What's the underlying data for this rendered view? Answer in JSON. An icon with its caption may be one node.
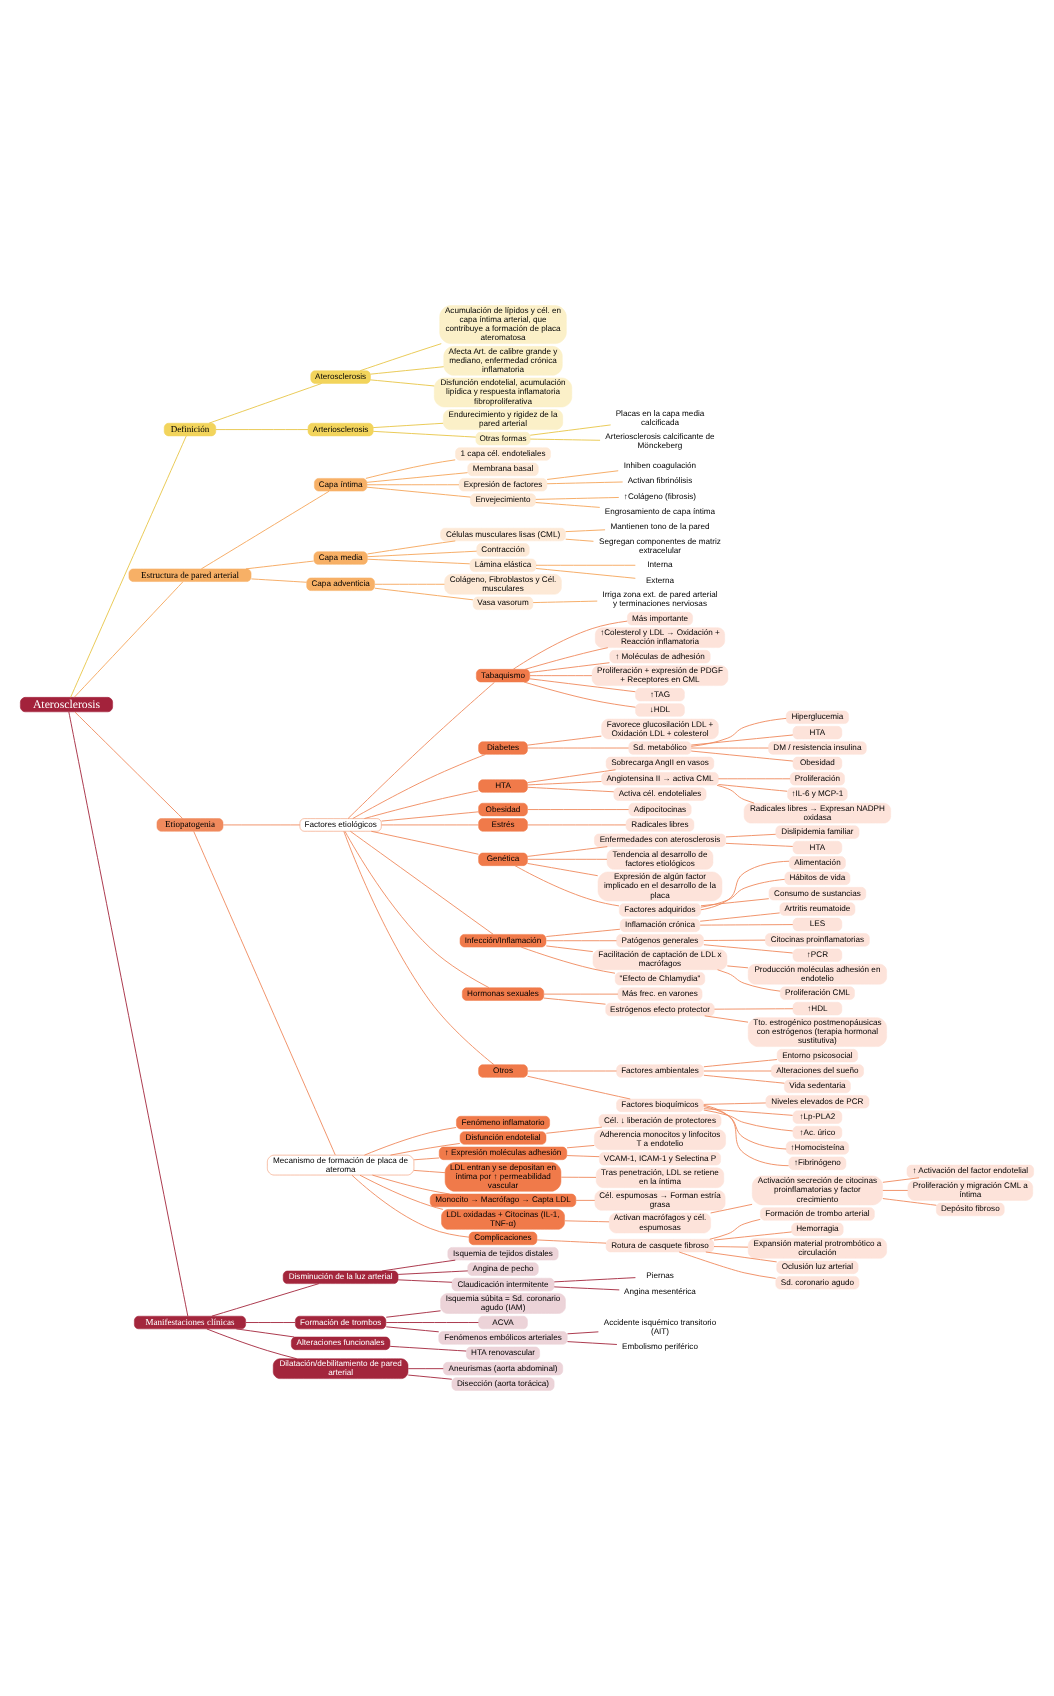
{
  "diagram": {
    "nodes": [
      {
        "text": [
          "Aterosclerosis"
        ]
      },
      {
        "text": [
          "Definición"
        ]
      },
      {
        "text": [
          "Aterosclerosis"
        ]
      },
      {
        "text": [
          "Acumulación de lípidos y cél. en capa íntima arterial, que contribuye a formación de placa ateromatosa"
        ]
      },
      {
        "text": [
          "Afecta Art. de calibre grande y mediano, enfermedad crónica inflamatoria"
        ]
      },
      {
        "text": [
          "Disfunción endotelial, acumulación lipídica y respuesta inflamatoria fibroproliferativa"
        ]
      },
      {
        "text": [
          "Arteriosclerosis"
        ]
      },
      {
        "text": [
          "Endurecimiento y rigidez de la pared arterial"
        ]
      },
      {
        "text": [
          "Otras formas"
        ]
      },
      {
        "text": [
          "Placas en la capa media calcificada"
        ]
      },
      {
        "text": [
          "Arteriosclerosis calcificante de Mönckeberg"
        ]
      },
      {
        "text": [
          "Estructura de pared arterial"
        ]
      },
      {
        "text": [
          "Capa íntima"
        ]
      },
      {
        "text": [
          "1 capa cél. endoteliales"
        ]
      },
      {
        "text": [
          "Membrana basal"
        ]
      },
      {
        "text": [
          "Expresión de factores"
        ]
      },
      {
        "text": [
          "Inhiben coagulación"
        ]
      },
      {
        "text": [
          "Activan fibrinólisis"
        ]
      },
      {
        "text": [
          "Envejecimiento"
        ]
      },
      {
        "text": [
          "↑Colágeno (fibrosis)"
        ]
      },
      {
        "text": [
          "Engrosamiento de capa íntima"
        ]
      },
      {
        "text": [
          "Capa media"
        ]
      },
      {
        "text": [
          "Células musculares lisas (CML)"
        ]
      },
      {
        "text": [
          "Mantienen tono de la pared"
        ]
      },
      {
        "text": [
          "Segregan componentes de matriz extracelular"
        ]
      },
      {
        "text": [
          "Contracción"
        ]
      },
      {
        "text": [
          "Lámina elástica"
        ]
      },
      {
        "text": [
          "Interna"
        ]
      },
      {
        "text": [
          "Externa"
        ]
      },
      {
        "text": [
          "Capa adventicia"
        ]
      },
      {
        "text": [
          "Colágeno, Fibroblastos y Cél. musculares"
        ]
      },
      {
        "text": [
          "Vasa vasorum"
        ]
      },
      {
        "text": [
          "Irriga zona ext. de pared arterial y terminaciones nerviosas"
        ]
      },
      {
        "text": [
          "Etiopatogenia"
        ]
      },
      {
        "text": [
          "Factores etiológicos"
        ]
      },
      {
        "text": [
          "Tabaquismo"
        ]
      },
      {
        "text": [
          "Más importante"
        ]
      },
      {
        "text": [
          "↑Colesterol y LDL → Oxidación + Reacción inflamatoria"
        ]
      },
      {
        "text": [
          "↑ Moléculas de adhesión"
        ]
      },
      {
        "text": [
          "Proliferación + expresión de PDGF + Receptores en CML"
        ]
      },
      {
        "text": [
          "↑TAG"
        ]
      },
      {
        "text": [
          "↓HDL"
        ]
      },
      {
        "text": [
          "Diabetes"
        ]
      },
      {
        "text": [
          "Favorece glucosilación LDL + Oxidación LDL + colesterol"
        ]
      },
      {
        "text": [
          "Sd. metabólico"
        ]
      },
      {
        "text": [
          "Hiperglucemia"
        ]
      },
      {
        "text": [
          "HTA"
        ]
      },
      {
        "text": [
          "DM / resistencia insulina"
        ]
      },
      {
        "text": [
          "Obesidad"
        ]
      },
      {
        "text": [
          "HTA"
        ]
      },
      {
        "text": [
          "Sobrecarga AngII en vasos"
        ]
      },
      {
        "text": [
          "Angiotensina II → activa CML"
        ]
      },
      {
        "text": [
          "Proliferación"
        ]
      },
      {
        "text": [
          "↑IL-6 y MCP-1"
        ]
      },
      {
        "text": [
          "Radicales libres → Expresan NADPH oxidasa"
        ]
      },
      {
        "text": [
          "Activa cél. endoteliales"
        ]
      },
      {
        "text": [
          "Obesidad"
        ]
      },
      {
        "text": [
          "Adipocitocinas"
        ]
      },
      {
        "text": [
          "Estrés"
        ]
      },
      {
        "text": [
          "Radicales libres"
        ]
      },
      {
        "text": [
          "Genética"
        ]
      },
      {
        "text": [
          "Enfermedades con aterosclerosis"
        ]
      },
      {
        "text": [
          "Dislipidemia familiar"
        ]
      },
      {
        "text": [
          "HTA"
        ]
      },
      {
        "text": [
          "Tendencia al desarrollo de factores etiológicos"
        ]
      },
      {
        "text": [
          "Expresión de algún factor implicado en el desarrollo de la placa"
        ]
      },
      {
        "text": [
          "Factores adquiridos"
        ]
      },
      {
        "text": [
          "Alimentación"
        ]
      },
      {
        "text": [
          "Hábitos de vida"
        ]
      },
      {
        "text": [
          "Consumo de sustancias"
        ]
      },
      {
        "text": [
          "Infección/Inflamación"
        ]
      },
      {
        "text": [
          "Inflamación crónica"
        ]
      },
      {
        "text": [
          "Artritis reumatoide"
        ]
      },
      {
        "text": [
          "LES"
        ]
      },
      {
        "text": [
          "Patógenos generales"
        ]
      },
      {
        "text": [
          "Citocinas proinflamatorias"
        ]
      },
      {
        "text": [
          "↑PCR"
        ]
      },
      {
        "text": [
          "Facilitación de captación de LDL x macrófagos"
        ]
      },
      {
        "text": [
          "Producción moléculas adhesión en endotelio"
        ]
      },
      {
        "text": [
          "Proliferación CML"
        ]
      },
      {
        "text": [
          "\"Efecto de Chlamydia\""
        ]
      },
      {
        "text": [
          "Hormonas sexuales"
        ]
      },
      {
        "text": [
          "Más frec. en varones"
        ]
      },
      {
        "text": [
          "Estrógenos efecto protector"
        ]
      },
      {
        "text": [
          "↑HDL"
        ]
      },
      {
        "text": [
          "Tto. estrogénico postmenopáusicas con estrógenos (terapia hormonal sustitutiva)"
        ]
      },
      {
        "text": [
          "Otros"
        ]
      },
      {
        "text": [
          "Factores ambientales"
        ]
      },
      {
        "text": [
          "Entorno psicosocial"
        ]
      },
      {
        "text": [
          "Alteraciones del sueño"
        ]
      },
      {
        "text": [
          "Vida sedentaria"
        ]
      },
      {
        "text": [
          "Factores bioquímicos"
        ]
      },
      {
        "text": [
          "Niveles elevados de PCR"
        ]
      },
      {
        "text": [
          "↑Lp-PLA2"
        ]
      },
      {
        "text": [
          "↑Ac. úrico"
        ]
      },
      {
        "text": [
          "↑Homocisteína"
        ]
      },
      {
        "text": [
          "↑Fibrinógeno"
        ]
      },
      {
        "text": [
          "Mecanismo de formación de placa de ateroma"
        ]
      },
      {
        "text": [
          "Fenómeno inflamatorio"
        ]
      },
      {
        "text": [
          "Disfunción endotelial"
        ]
      },
      {
        "text": [
          "Cél. ↓ liberación de protectores"
        ]
      },
      {
        "text": [
          "↑ Expresión moléculas adhesión"
        ]
      },
      {
        "text": [
          "Adherencia monocitos y linfocitos T a endotelio"
        ]
      },
      {
        "text": [
          "VCAM-1, ICAM-1 y Selectina P"
        ]
      },
      {
        "text": [
          "LDL entran y se depositan en íntima por ↑ permeabilidad vascular"
        ]
      },
      {
        "text": [
          "Tras penetración, LDL se retiene en la íntima"
        ]
      },
      {
        "text": [
          "Monocito → Macrófago → Capta LDL"
        ]
      },
      {
        "text": [
          "Cél. espumosas → Forman estría grasa"
        ]
      },
      {
        "text": [
          "LDL oxidadas + Citocinas (IL-1, TNF-α)"
        ]
      },
      {
        "text": [
          "Activan macrófagos y cél. espumosas"
        ]
      },
      {
        "text": [
          "Activación secreción de citocinas proinflamatorias y factor crecimiento"
        ]
      },
      {
        "text": [
          "↑ Activación del factor endotelial"
        ]
      },
      {
        "text": [
          "Proliferación y migración CML a íntima"
        ]
      },
      {
        "text": [
          "Depósito fibroso"
        ]
      },
      {
        "text": [
          "Complicaciones"
        ]
      },
      {
        "text": [
          "Rotura de casquete fibroso"
        ]
      },
      {
        "text": [
          "Formación de trombo arterial"
        ]
      },
      {
        "text": [
          "Hemorragia"
        ]
      },
      {
        "text": [
          "Expansión material protrombótico a circulación"
        ]
      },
      {
        "text": [
          "Oclusión luz arterial"
        ]
      },
      {
        "text": [
          "Sd. coronario agudo"
        ]
      },
      {
        "text": [
          "Manifestaciones clínicas"
        ]
      },
      {
        "text": [
          "Disminución de la luz arterial"
        ]
      },
      {
        "text": [
          "Isquemia de tejidos distales"
        ]
      },
      {
        "text": [
          "Angina de pecho"
        ]
      },
      {
        "text": [
          "Claudicación intermitente"
        ]
      },
      {
        "text": [
          "Piernas"
        ]
      },
      {
        "text": [
          "Angina mesentérica"
        ]
      },
      {
        "text": [
          "Formación de trombos"
        ]
      },
      {
        "text": [
          "Isquemia súbita = Sd. coronario agudo (IAM)"
        ]
      },
      {
        "text": [
          "ACVA"
        ]
      },
      {
        "text": [
          "Fenómenos embólicos arteriales"
        ]
      },
      {
        "text": [
          "Accidente isquémico transitorio (AIT)"
        ]
      },
      {
        "text": [
          "Embolismo periférico"
        ]
      },
      {
        "text": [
          "Alteraciones funcionales"
        ]
      },
      {
        "text": [
          "HTA renovascular"
        ]
      },
      {
        "text": [
          "Dilatación/debilitamiento de pared arterial"
        ]
      },
      {
        "text": [
          "Aneurismas (aorta abdominal)"
        ]
      },
      {
        "text": [
          "Disección (aorta torácica)"
        ]
      }
    ],
    "edges": [
      {
        "from": 0,
        "to": 1,
        "arrow": "none",
        "color": "#e8c547"
      },
      {
        "from": 1,
        "to": 2,
        "arrow": "none",
        "color": "#e8c547"
      },
      {
        "from": 2,
        "to": 3,
        "arrow": "none",
        "color": "#e8c547"
      },
      {
        "from": 2,
        "to": 4,
        "arrow": "none",
        "color": "#e8c547"
      },
      {
        "from": 2,
        "to": 5,
        "arrow": "none",
        "color": "#e8c547"
      },
      {
        "from": 1,
        "to": 6,
        "arrow": "none",
        "color": "#e8c547"
      },
      {
        "from": 6,
        "to": 7,
        "arrow": "none",
        "color": "#e8c547"
      },
      {
        "from": 6,
        "to": 8,
        "arrow": "none",
        "color": "#e8c547"
      },
      {
        "from": 8,
        "to": 9,
        "arrow": "none",
        "color": "#e8c547"
      },
      {
        "from": 8,
        "to": 10,
        "arrow": "none",
        "color": "#e8c547"
      },
      {
        "from": 0,
        "to": 11,
        "arrow": "none",
        "color": "#f5a55a"
      },
      {
        "from": 11,
        "to": 12,
        "arrow": "none",
        "color": "#f5a55a"
      },
      {
        "from": 12,
        "to": 13,
        "arrow": "none",
        "color": "#f5a55a"
      },
      {
        "from": 12,
        "to": 14,
        "arrow": "none",
        "color": "#f5a55a"
      },
      {
        "from": 12,
        "to": 15,
        "arrow": "none",
        "color": "#f5a55a"
      },
      {
        "from": 15,
        "to": 16,
        "arrow": "none",
        "color": "#f5a55a"
      },
      {
        "from": 15,
        "to": 17,
        "arrow": "none",
        "color": "#f5a55a"
      },
      {
        "from": 12,
        "to": 18,
        "arrow": "none",
        "color": "#f5a55a"
      },
      {
        "from": 18,
        "to": 19,
        "arrow": "none",
        "color": "#f5a55a"
      },
      {
        "from": 18,
        "to": 20,
        "arrow": "none",
        "color": "#f5a55a"
      },
      {
        "from": 11,
        "to": 21,
        "arrow": "none",
        "color": "#f5a55a"
      },
      {
        "from": 21,
        "to": 22,
        "arrow": "none",
        "color": "#f5a55a"
      },
      {
        "from": 22,
        "to": 23,
        "arrow": "none",
        "color": "#f5a55a"
      },
      {
        "from": 22,
        "to": 24,
        "arrow": "none",
        "color": "#f5a55a"
      },
      {
        "from": 21,
        "to": 25,
        "arrow": "none",
        "color": "#f5a55a"
      },
      {
        "from": 21,
        "to": 26,
        "arrow": "none",
        "color": "#f5a55a"
      },
      {
        "from": 26,
        "to": 27,
        "arrow": "none",
        "color": "#f5a55a"
      },
      {
        "from": 26,
        "to": 28,
        "arrow": "none",
        "color": "#f5a55a"
      },
      {
        "from": 11,
        "to": 29,
        "arrow": "none",
        "color": "#f5a55a"
      },
      {
        "from": 29,
        "to": 30,
        "arrow": "none",
        "color": "#f5a55a"
      },
      {
        "from": 29,
        "to": 31,
        "arrow": "none",
        "color": "#f5a55a"
      },
      {
        "from": 31,
        "to": 32,
        "arrow": "none",
        "color": "#f5a55a"
      },
      {
        "from": 0,
        "to": 33,
        "arrow": "none"
      },
      {
        "from": 33,
        "to": 34,
        "arrow": "none"
      },
      {
        "from": 34,
        "to": 35,
        "arrow": "none"
      },
      {
        "from": 35,
        "to": 36,
        "arrow": "none"
      },
      {
        "from": 35,
        "to": 37,
        "arrow": "none"
      },
      {
        "from": 35,
        "to": 38,
        "arrow": "none"
      },
      {
        "from": 35,
        "to": 39,
        "arrow": "none"
      },
      {
        "from": 35,
        "to": 40,
        "arrow": "none"
      },
      {
        "from": 35,
        "to": 41,
        "arrow": "none"
      },
      {
        "from": 34,
        "to": 42,
        "arrow": "none"
      },
      {
        "from": 42,
        "to": 43,
        "arrow": "none"
      },
      {
        "from": 42,
        "to": 44,
        "arrow": "none"
      },
      {
        "from": 44,
        "to": 45,
        "arrow": "none"
      },
      {
        "from": 44,
        "to": 46,
        "arrow": "none"
      },
      {
        "from": 44,
        "to": 47,
        "arrow": "none"
      },
      {
        "from": 44,
        "to": 48,
        "arrow": "none"
      },
      {
        "from": 34,
        "to": 49,
        "arrow": "none"
      },
      {
        "from": 49,
        "to": 50,
        "arrow": "none"
      },
      {
        "from": 49,
        "to": 51,
        "arrow": "none"
      },
      {
        "from": 51,
        "to": 52,
        "arrow": "none"
      },
      {
        "from": 51,
        "to": 53,
        "arrow": "none"
      },
      {
        "from": 51,
        "to": 54,
        "arrow": "none"
      },
      {
        "from": 49,
        "to": 55,
        "arrow": "none"
      },
      {
        "from": 34,
        "to": 56,
        "arrow": "none"
      },
      {
        "from": 56,
        "to": 57,
        "arrow": "none"
      },
      {
        "from": 34,
        "to": 58,
        "arrow": "none"
      },
      {
        "from": 58,
        "to": 59,
        "arrow": "none"
      },
      {
        "from": 34,
        "to": 60,
        "arrow": "none"
      },
      {
        "from": 60,
        "to": 61,
        "arrow": "none"
      },
      {
        "from": 61,
        "to": 62,
        "arrow": "none"
      },
      {
        "from": 61,
        "to": 63,
        "arrow": "none"
      },
      {
        "from": 60,
        "to": 64,
        "arrow": "none"
      },
      {
        "from": 60,
        "to": 65,
        "arrow": "none"
      },
      {
        "from": 60,
        "to": 66,
        "arrow": "none"
      },
      {
        "from": 66,
        "to": 67,
        "arrow": "none"
      },
      {
        "from": 66,
        "to": 68,
        "arrow": "none"
      },
      {
        "from": 66,
        "to": 69,
        "arrow": "none"
      },
      {
        "from": 34,
        "to": 70,
        "arrow": "none"
      },
      {
        "from": 70,
        "to": 71,
        "arrow": "none"
      },
      {
        "from": 71,
        "to": 72,
        "arrow": "none"
      },
      {
        "from": 71,
        "to": 73,
        "arrow": "none"
      },
      {
        "from": 70,
        "to": 74,
        "arrow": "none"
      },
      {
        "from": 74,
        "to": 75,
        "arrow": "none"
      },
      {
        "from": 74,
        "to": 76,
        "arrow": "none"
      },
      {
        "from": 70,
        "to": 77,
        "arrow": "none"
      },
      {
        "from": 77,
        "to": 78,
        "arrow": "none"
      },
      {
        "from": 77,
        "to": 79,
        "arrow": "none"
      },
      {
        "from": 70,
        "to": 80,
        "arrow": "none"
      },
      {
        "from": 34,
        "to": 81,
        "arrow": "none"
      },
      {
        "from": 81,
        "to": 82,
        "arrow": "none"
      },
      {
        "from": 81,
        "to": 83,
        "arrow": "none"
      },
      {
        "from": 83,
        "to": 84,
        "arrow": "none"
      },
      {
        "from": 83,
        "to": 85,
        "arrow": "none"
      },
      {
        "from": 34,
        "to": 86,
        "arrow": "none"
      },
      {
        "from": 86,
        "to": 87,
        "arrow": "none"
      },
      {
        "from": 87,
        "to": 88,
        "arrow": "none"
      },
      {
        "from": 87,
        "to": 89,
        "arrow": "none"
      },
      {
        "from": 87,
        "to": 90,
        "arrow": "none"
      },
      {
        "from": 86,
        "to": 91,
        "arrow": "none"
      },
      {
        "from": 91,
        "to": 92,
        "arrow": "none"
      },
      {
        "from": 91,
        "to": 93,
        "arrow": "none"
      },
      {
        "from": 91,
        "to": 94,
        "arrow": "none"
      },
      {
        "from": 91,
        "to": 95,
        "arrow": "none"
      },
      {
        "from": 91,
        "to": 96,
        "arrow": "none"
      },
      {
        "from": 33,
        "to": 97,
        "arrow": "none"
      },
      {
        "from": 97,
        "to": 98,
        "arrow": "none"
      },
      {
        "from": 97,
        "to": 99,
        "arrow": "none"
      },
      {
        "from": 99,
        "to": 100,
        "arrow": "none"
      },
      {
        "from": 97,
        "to": 101,
        "arrow": "none"
      },
      {
        "from": 101,
        "to": 102,
        "arrow": "none"
      },
      {
        "from": 101,
        "to": 103,
        "arrow": "none"
      },
      {
        "from": 97,
        "to": 104,
        "arrow": "none"
      },
      {
        "from": 104,
        "to": 105,
        "arrow": "none"
      },
      {
        "from": 97,
        "to": 106,
        "arrow": "none"
      },
      {
        "from": 106,
        "to": 107,
        "arrow": "none"
      },
      {
        "from": 97,
        "to": 108,
        "arrow": "none"
      },
      {
        "from": 108,
        "to": 109,
        "arrow": "none"
      },
      {
        "from": 109,
        "to": 110,
        "arrow": "none"
      },
      {
        "from": 110,
        "to": 111,
        "arrow": "none"
      },
      {
        "from": 110,
        "to": 112,
        "arrow": "none"
      },
      {
        "from": 110,
        "to": 113,
        "arrow": "none"
      },
      {
        "from": 97,
        "to": 114,
        "arrow": "none"
      },
      {
        "from": 114,
        "to": 115,
        "arrow": "none"
      },
      {
        "from": 115,
        "to": 116,
        "arrow": "none"
      },
      {
        "from": 115,
        "to": 117,
        "arrow": "none"
      },
      {
        "from": 115,
        "to": 118,
        "arrow": "none"
      },
      {
        "from": 115,
        "to": 119,
        "arrow": "none"
      },
      {
        "from": 115,
        "to": 120,
        "arrow": "none"
      },
      {
        "from": 0,
        "to": 121,
        "arrow": "none",
        "color": "#a3263c"
      },
      {
        "from": 121,
        "to": 122,
        "arrow": "none",
        "color": "#a3263c"
      },
      {
        "from": 122,
        "to": 123,
        "arrow": "none",
        "color": "#a3263c"
      },
      {
        "from": 122,
        "to": 124,
        "arrow": "none",
        "color": "#a3263c"
      },
      {
        "from": 122,
        "to": 125,
        "arrow": "none",
        "color": "#a3263c"
      },
      {
        "from": 125,
        "to": 126,
        "arrow": "none",
        "color": "#a3263c"
      },
      {
        "from": 125,
        "to": 127,
        "arrow": "none",
        "color": "#a3263c"
      },
      {
        "from": 121,
        "to": 128,
        "arrow": "none",
        "color": "#a3263c"
      },
      {
        "from": 128,
        "to": 129,
        "arrow": "none",
        "color": "#a3263c"
      },
      {
        "from": 128,
        "to": 130,
        "arrow": "none",
        "color": "#a3263c"
      },
      {
        "from": 128,
        "to": 131,
        "arrow": "none",
        "color": "#a3263c"
      },
      {
        "from": 131,
        "to": 132,
        "arrow": "none",
        "color": "#a3263c"
      },
      {
        "from": 131,
        "to": 133,
        "arrow": "none",
        "color": "#a3263c"
      },
      {
        "from": 121,
        "to": 134,
        "arrow": "none",
        "color": "#a3263c"
      },
      {
        "from": 134,
        "to": 135,
        "arrow": "none",
        "color": "#a3263c"
      },
      {
        "from": 121,
        "to": 136,
        "arrow": "none",
        "color": "#a3263c"
      },
      {
        "from": 136,
        "to": 137,
        "arrow": "none",
        "color": "#a3263c"
      },
      {
        "from": 136,
        "to": 138,
        "arrow": "none",
        "color": "#a3263c"
      }
    ]
  }
}
